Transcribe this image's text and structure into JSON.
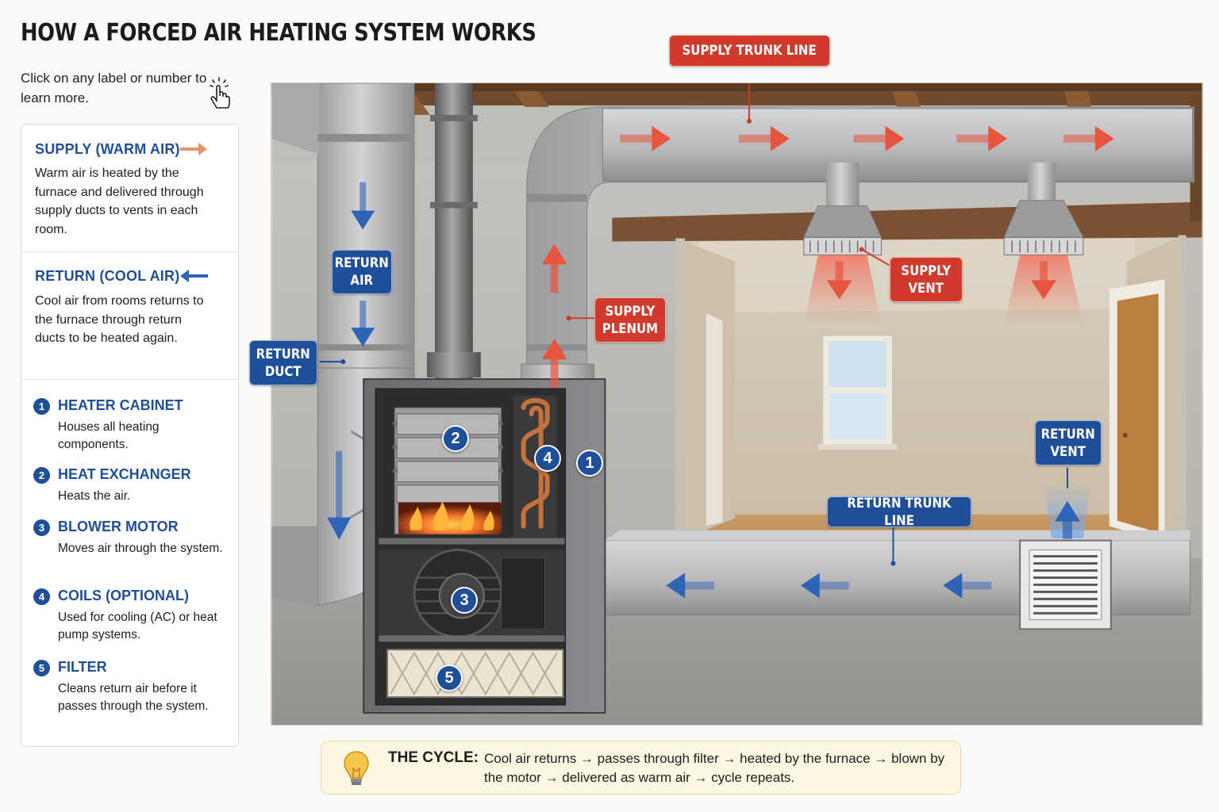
{
  "title": "HOW A FORCED AIR HEATING SYSTEM WORKS",
  "hint": "Click on any label or number to learn more.",
  "legend": {
    "supply": {
      "title": "SUPPLY (WARM AIR)",
      "body": "Warm air is heated by the furnace and delivered through supply ducts to vents in each room.",
      "color": "#e8956b"
    },
    "return": {
      "title": "RETURN (COOL AIR)",
      "body": "Cool air from rooms returns to the furnace through return ducts to be heated again.",
      "color": "#2f63b5"
    },
    "items": [
      {
        "num": "1",
        "title": "HEATER CABINET",
        "body": "Houses all heating components."
      },
      {
        "num": "2",
        "title": "HEAT EXCHANGER",
        "body": "Heats the air."
      },
      {
        "num": "3",
        "title": "BLOWER MOTOR",
        "body": "Moves air through the system."
      },
      {
        "num": "4",
        "title": "COILS (OPTIONAL)",
        "body": "Used for cooling (AC) or heat pump systems."
      },
      {
        "num": "5",
        "title": "FILTER",
        "body": "Cleans return air before it passes through the system."
      }
    ]
  },
  "labels": {
    "supply_trunk": "SUPPLY TRUNK LINE",
    "supply_plenum": "SUPPLY\nPLENUM",
    "supply_vent": "SUPPLY\nVENT",
    "return_air": "RETURN\nAIR",
    "return_duct": "RETURN\nDUCT",
    "return_vent": "RETURN\nVENT",
    "return_trunk": "RETURN TRUNK LINE"
  },
  "badges": [
    "1",
    "2",
    "3",
    "4",
    "5"
  ],
  "cycle": {
    "label": "THE CYCLE:",
    "text": "Cool air returns → passes through filter → heated by the furnace → blown by the motor → delivered as warm air → cycle repeats."
  },
  "colors": {
    "supply": "#d03a2c",
    "return": "#1f4f99"
  }
}
